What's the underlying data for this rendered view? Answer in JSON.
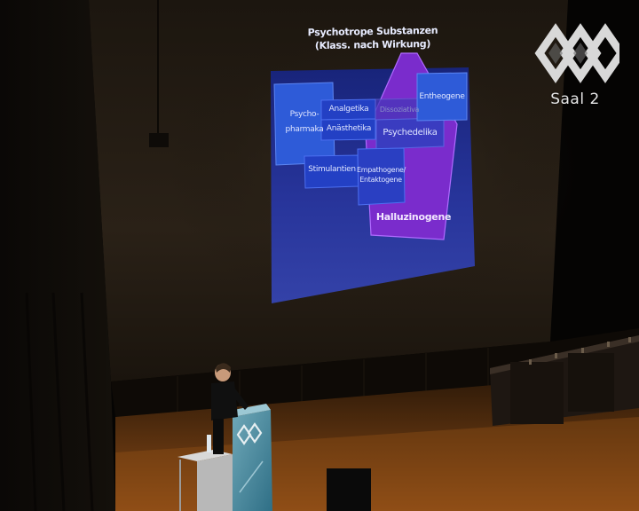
{
  "slide": {
    "title_line1": "Psychotrope Substanzen",
    "title_line2": "(Klass. nach Wirkung)",
    "boxes": {
      "psychopharmaka_line1": "Psycho-",
      "psychopharmaka_line2": "pharmaka",
      "analgetika": "Analgetika",
      "anasthetika": "Anästhetika",
      "dissoziativa": "Dissoziativa",
      "psychedelika": "Psychedelika",
      "entheogene": "Entheogene",
      "stimulantien": "Stimulantien",
      "empathogene_line1": "Empathogene/",
      "empathogene_line2": "Entaktogene",
      "halluzinogene": "Halluzinogene"
    }
  },
  "channel": {
    "room_label": "Saal 2"
  },
  "colors": {
    "slide_background_top": "#1a2a7a",
    "slide_background_bottom": "#2e3c9a",
    "box_blue": "#2d46c8",
    "pentagon_purple": "#7a2ccc",
    "stage_wood": "#6a3a14"
  }
}
